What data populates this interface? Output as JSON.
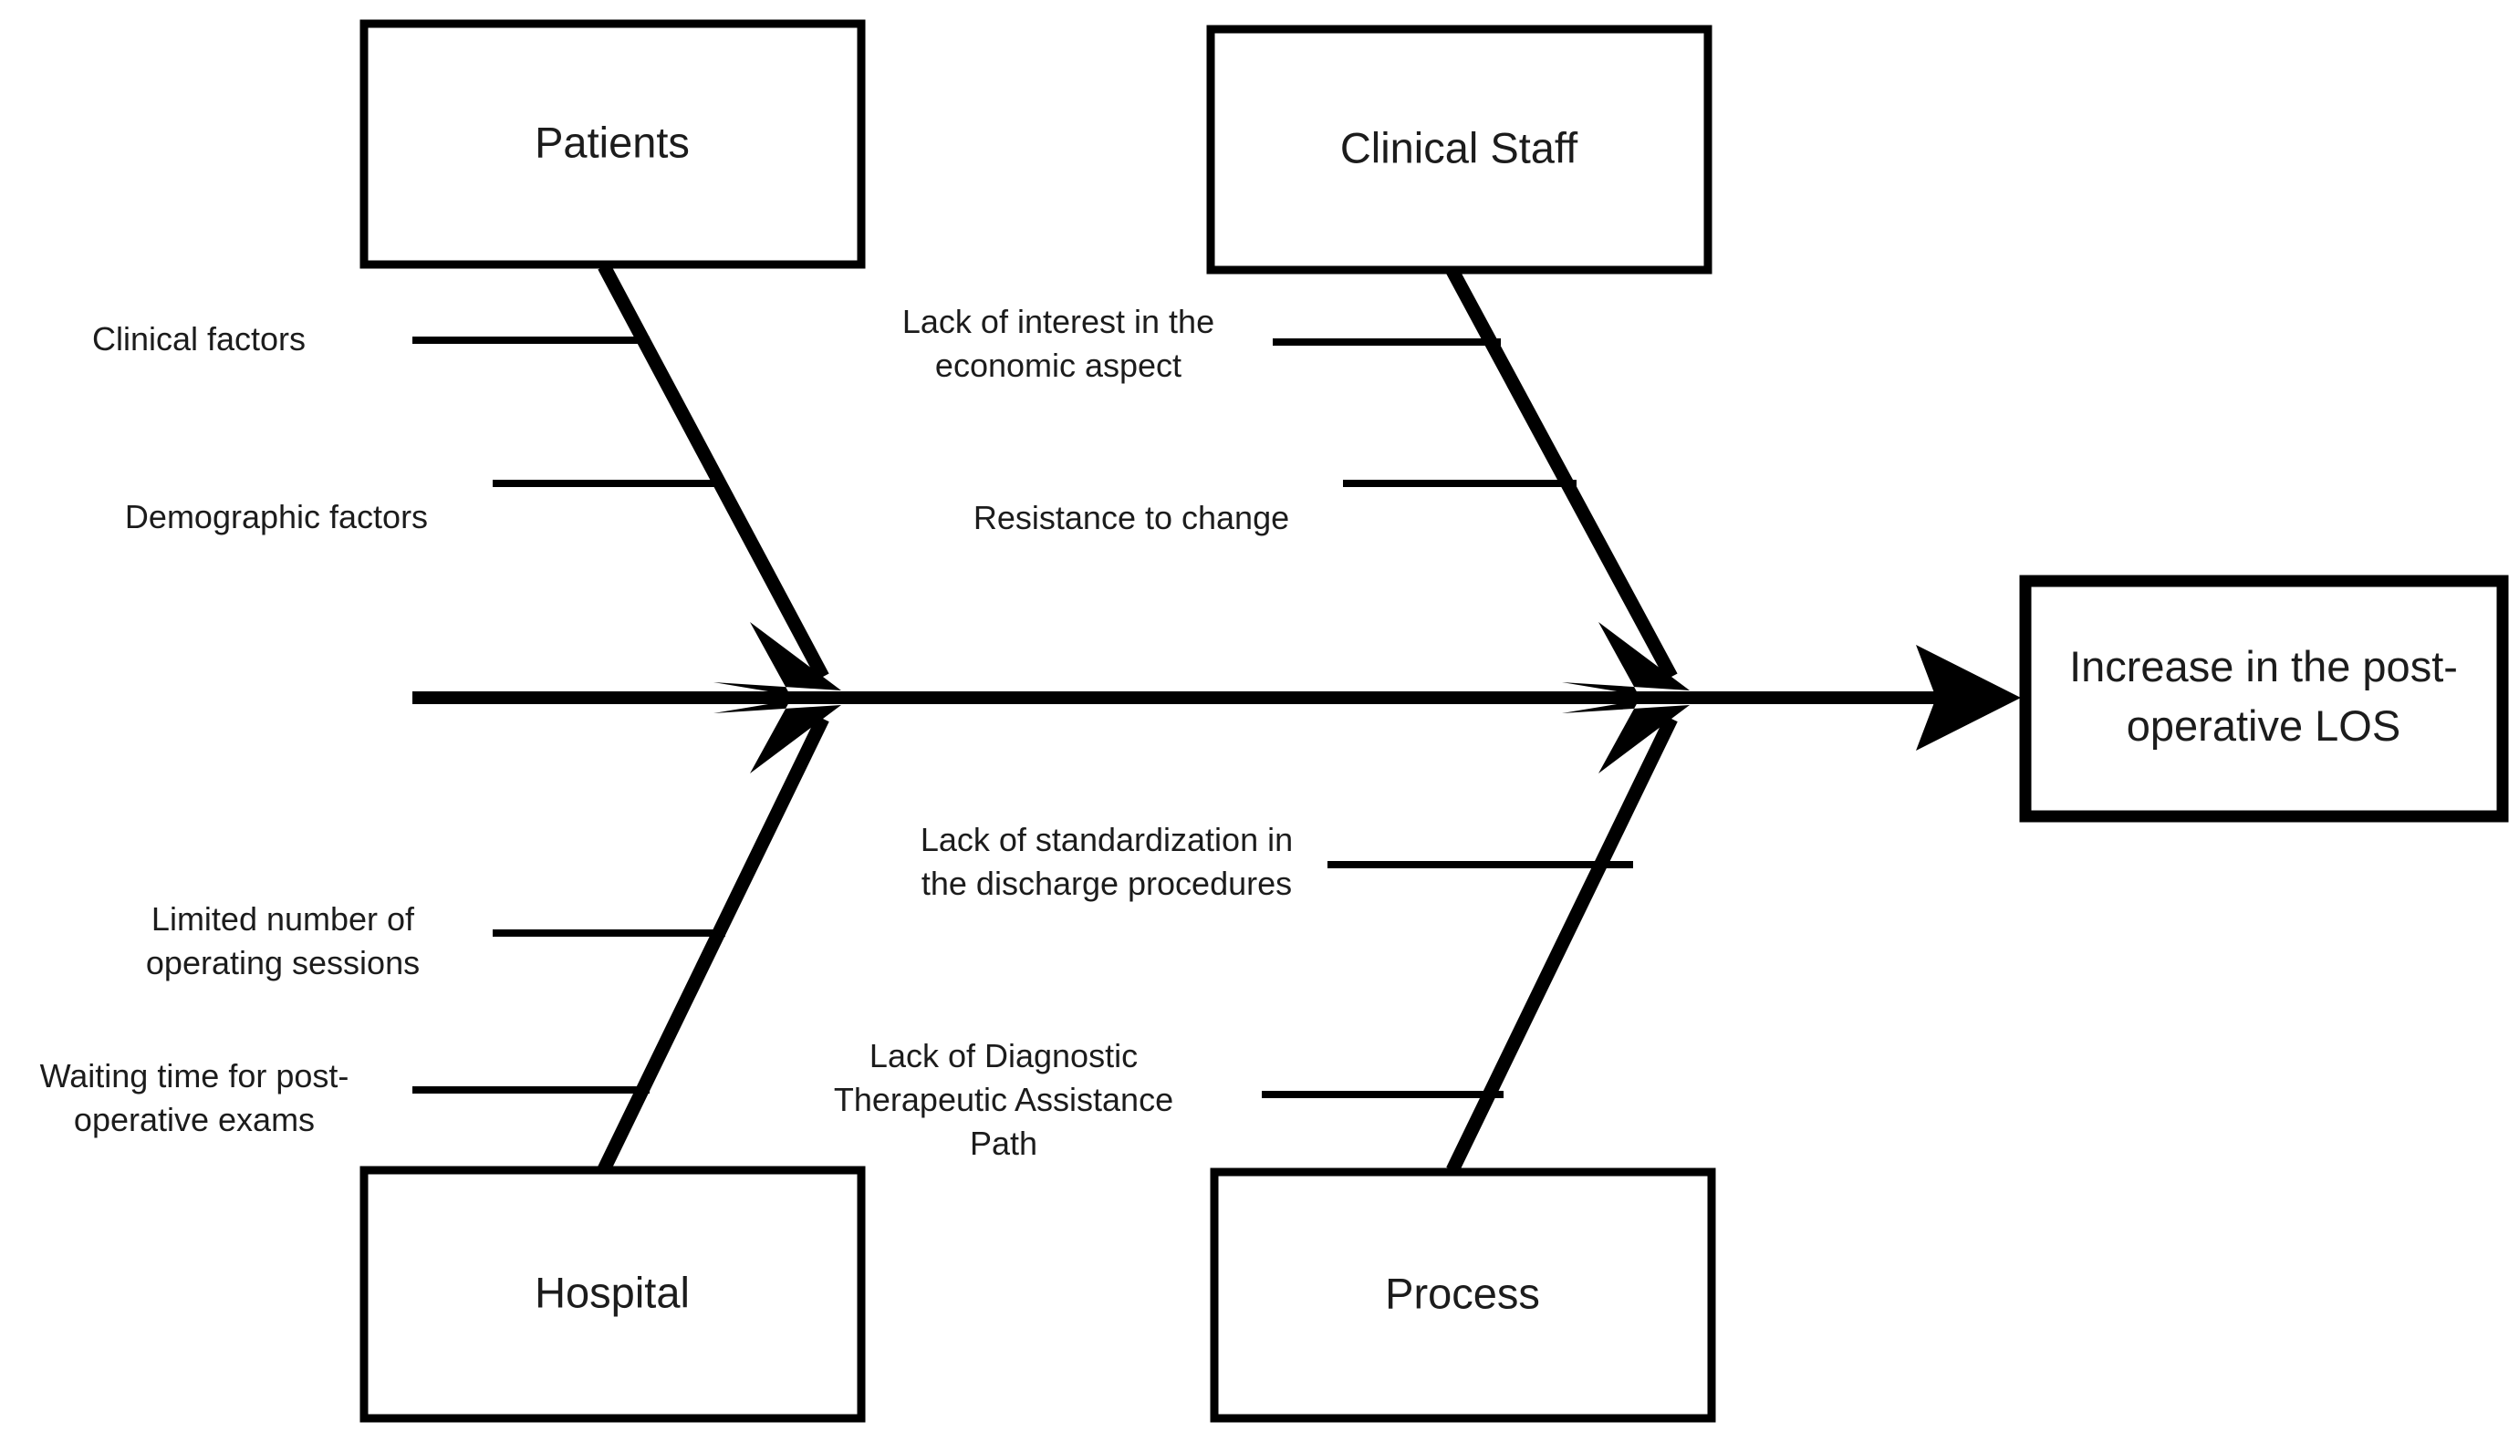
{
  "diagram": {
    "type": "fishbone-ishikawa",
    "title": "",
    "effect": {
      "lines": [
        "Increase in the post-",
        "operative LOS"
      ],
      "full_text": "Increase in the post-operative LOS"
    },
    "categories": [
      {
        "id": "patients",
        "label": "Patients",
        "position": "top-left",
        "causes": [
          {
            "lines": [
              "Clinical factors"
            ],
            "full_text": "Clinical factors"
          },
          {
            "lines": [
              "Demographic factors"
            ],
            "full_text": "Demographic factors"
          }
        ]
      },
      {
        "id": "clinical-staff",
        "label": "Clinical Staff",
        "position": "top-right",
        "causes": [
          {
            "lines": [
              "Lack of interest in the",
              "economic aspect"
            ],
            "full_text": "Lack of interest in the economic aspect"
          },
          {
            "lines": [
              "Resistance to change"
            ],
            "full_text": "Resistance to change"
          }
        ]
      },
      {
        "id": "hospital",
        "label": "Hospital",
        "position": "bottom-left",
        "causes": [
          {
            "lines": [
              "Limited number of",
              "operating sessions"
            ],
            "full_text": "Limited number of operating sessions"
          },
          {
            "lines": [
              "Waiting time for post-",
              "operative exams"
            ],
            "full_text": "Waiting time for post-operative exams"
          }
        ]
      },
      {
        "id": "process",
        "label": "Process",
        "position": "bottom-right",
        "causes": [
          {
            "lines": [
              "Lack of standardization in",
              "the discharge procedures"
            ],
            "full_text": "Lack of standardization in the discharge procedures"
          },
          {
            "lines": [
              "Lack of Diagnostic",
              "Therapeutic Assistance",
              "Path"
            ],
            "full_text": "Lack of Diagnostic Therapeutic Assistance Path"
          }
        ]
      }
    ],
    "colors": {
      "background": "#ffffff",
      "line": "#000000",
      "text": "#1c1c1c",
      "box_fill": "#ffffff"
    }
  }
}
